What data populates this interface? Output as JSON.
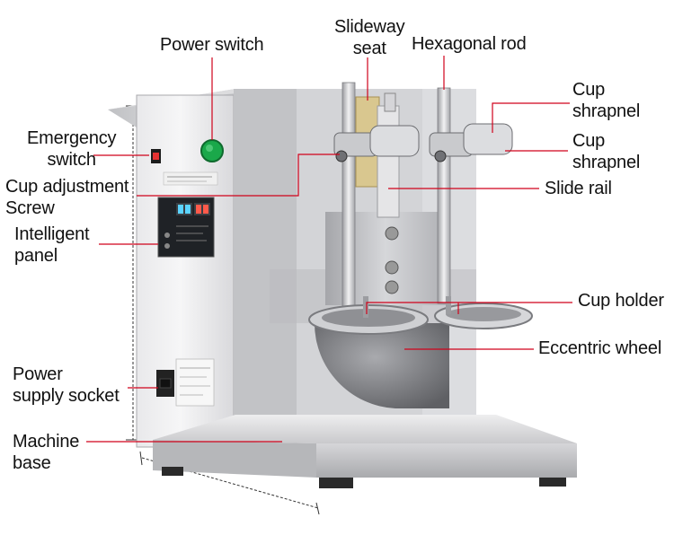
{
  "labels": {
    "power_switch": "Power switch",
    "slideway_seat": [
      "Slideway",
      "seat"
    ],
    "hexagonal_rod": "Hexagonal rod",
    "cup_shrapnel_1": [
      "Cup",
      "shrapnel"
    ],
    "cup_shrapnel_2": [
      "Cup",
      "shrapnel"
    ],
    "emergency_switch": [
      "Emergency",
      "switch"
    ],
    "cup_adjustment_screw": [
      "Cup adjustment",
      "Screw"
    ],
    "slide_rail": "Slide rail",
    "intelligent_panel": [
      "Intelligent",
      "panel"
    ],
    "cup_holder": "Cup holder",
    "eccentric_wheel": "Eccentric wheel",
    "power_supply_socket": [
      "Power",
      "supply socket"
    ],
    "machine_base": [
      "Machine",
      "base"
    ]
  },
  "colors": {
    "leader_line": "#d0021b",
    "steel_light": "#e8e8ea",
    "steel_mid": "#c4c5c8",
    "steel_dark": "#8e8f93",
    "power_button": "#22b14c"
  }
}
